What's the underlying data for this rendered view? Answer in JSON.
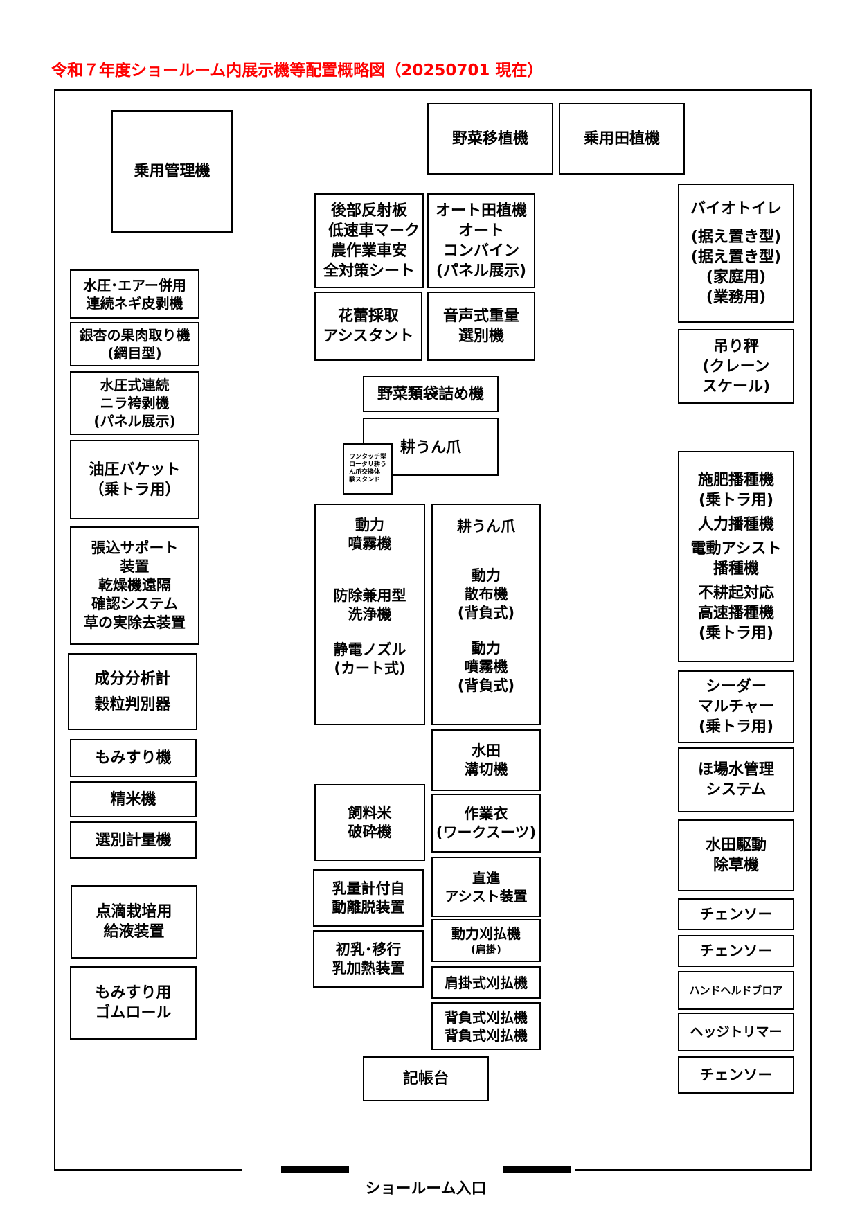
{
  "title": "令和７年度ショールーム内展示機等配置概略図（20250701 現在）",
  "entrance": "ショールーム入口",
  "boxes": {
    "jouyou_kanriki": "乗用管理機",
    "yasai_ishokuki": "野菜移植機",
    "jouyou_tauekki": "乗用田植機",
    "kouhou_1": "後部反射板",
    "kouhou_2": "低速車マーク",
    "kouhou_3": "農作業車安",
    "kouhou_4": "全対策シート",
    "auto_1": "オート田植機",
    "auto_2": "オート",
    "auto_3": "コンバイン",
    "auto_4": "(パネル展示)",
    "bio_1": "バイオトイレ",
    "bio_2": "(据え置き型)",
    "bio_3": "(据え置き型)",
    "bio_4": "(家庭用)",
    "bio_5": "(業務用)",
    "suiatsu_negi_1": "水圧･エアー併用",
    "suiatsu_negi_2": "連続ネギ皮剥機",
    "karai_1": "花蕾採取",
    "karai_2": "アシスタント",
    "onsei_1": "音声式重量",
    "onsei_2": "選別機",
    "ginnan_1": "銀杏の果肉取り機",
    "ginnan_2": "(網目型)",
    "tsuribakari_1": "吊り秤",
    "tsuribakari_2": "(クレーン",
    "tsuribakari_3": "スケール)",
    "nira_1": "水圧式連続",
    "nira_2": "ニラ袴剥機",
    "nira_3": "(パネル展示)",
    "yasai_fukuro": "野菜類袋詰め機",
    "kouun_tsume_top": "耕うん爪",
    "onetouch_1": "ワンタッチ型",
    "onetouch_2": "ロータリ耕う",
    "onetouch_3": "ん爪交換体",
    "onetouch_4": "験スタンド",
    "yuatsu_1": "油圧バケット",
    "yuatsu_2": "（乗トラ用）",
    "sehi_1": "施肥播種機",
    "sehi_2": "(乗トラ用)",
    "sehi_3": "人力播種機",
    "sehi_4": "電動アシスト",
    "sehi_5": "播種機",
    "sehi_6": "不耕起対応",
    "sehi_7": "高速播種機",
    "sehi_8": "(乗トラ用)",
    "douryoku_funmu_1": "動力",
    "douryoku_funmu_2": "噴霧機",
    "boujo_1": "防除兼用型",
    "boujo_2": "洗浄機",
    "seiden_1": "静電ノズル",
    "seiden_2": "(カート式)",
    "kouun_mid": "耕うん爪",
    "sanpu_1": "動力",
    "sanpu_2": "散布機",
    "sanpu_3": "(背負式)",
    "funmu_se_1": "動力",
    "funmu_se_2": "噴霧機",
    "funmu_se_3": "(背負式)",
    "harikomi_1": "張込サポート",
    "harikomi_2": "装置",
    "harikomi_3": "乾燥機遠隔",
    "harikomi_4": "確認システム",
    "harikomi_5": "草の実除去装置",
    "seibun_1": "成分分析計",
    "seibun_2": "穀粒判別器",
    "seeder_1": "シーダー",
    "seeder_2": "マルチャー",
    "seeder_3": "(乗トラ用)",
    "momisuri": "もみすり機",
    "suiden_mizo_1": "水田",
    "suiden_mizo_2": "溝切機",
    "hojo_1": "ほ場水管理",
    "hojo_2": "システム",
    "seimai": "精米機",
    "shiryoumai_1": "飼料米",
    "shiryoumai_2": "破砕機",
    "sagyoui_1": "作業衣",
    "sagyoui_2": "(ワークスーツ)",
    "senbetsu": "選別計量機",
    "jososai_1": "水田駆動",
    "jososai_2": "除草機",
    "nyuuryou_1": "乳量計付自",
    "nyuuryou_2": "動離脱装置",
    "chokushin_1": "直進",
    "chokushin_2": "アシスト装置",
    "tenteki_1": "点滴栽培用",
    "tenteki_2": "給液装置",
    "chainsaw_1": "チェンソー",
    "shonyu_1": "初乳･移行",
    "shonyu_2": "乳加熱装置",
    "karibarai_d_1": "動力刈払機",
    "karibarai_d_2": "(肩掛)",
    "chainsaw_2": "チェンソー",
    "katakake": "肩掛式刈払機",
    "handheld": "ハンドヘルドブロア",
    "momisuri_rubber_1": "もみすり用",
    "momisuri_rubber_2": "ゴムロール",
    "seoi_1": "背負式刈払機",
    "seoi_2": "背負式刈払機",
    "hedge": "ヘッジトリマー",
    "kichoudai": "記帳台",
    "chainsaw_3": "チェンソー"
  }
}
